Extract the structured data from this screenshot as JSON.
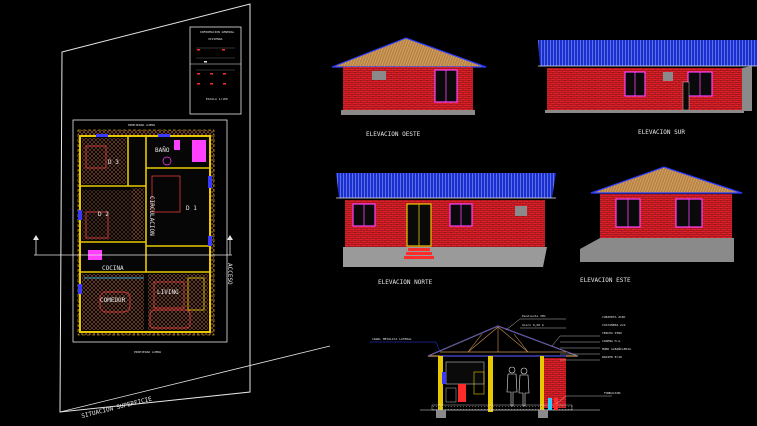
{
  "drawing": {
    "title_block": {
      "heading": "INFORMACION GENERAL",
      "subtitle": "VIVIENDA",
      "scale_label": "ESCALA 1/100"
    },
    "plan": {
      "north_label": "PROPIEDAD AJENA",
      "south_label": "PROPIEDAD AJENA",
      "east_label": "ACCESO",
      "rooms": {
        "bath": "BAÑO",
        "bedroom1": "D 1",
        "bedroom2": "D 2",
        "bedroom3": "D 3",
        "hall": "CIRCULACION",
        "kitchen": "COCINA",
        "dining": "COMEDOR",
        "living": "LIVING"
      }
    },
    "site_label": "SITUACION SUPERFICIE",
    "elevations": {
      "west": "ELEVACION OESTE",
      "south": "ELEVACION SUR",
      "north": "ELEVACION NORTE",
      "east": "ELEVACION ESTE"
    },
    "section": {
      "left_note": "CANAL METALICA LATERAL",
      "notes_right": [
        "CUBIERTA ZINC",
        "COSTANERA 2x2",
        "CERCHA PINO",
        "CADENA H.A.",
        "MURO ALBAÑILERIA",
        "RADIER E=10"
      ],
      "notes_left": [
        "Pendiente 30%",
        "Alero 0,60 m"
      ],
      "foundation_note": "FUNDACION"
    }
  },
  "colors": {
    "brick": "#e0202a",
    "roof_blue": "#1a2fd0",
    "roof_brown": "#c89452",
    "wall_frame": "#e8c800",
    "window": "#ff40ff",
    "hatch": "#b07a55"
  }
}
